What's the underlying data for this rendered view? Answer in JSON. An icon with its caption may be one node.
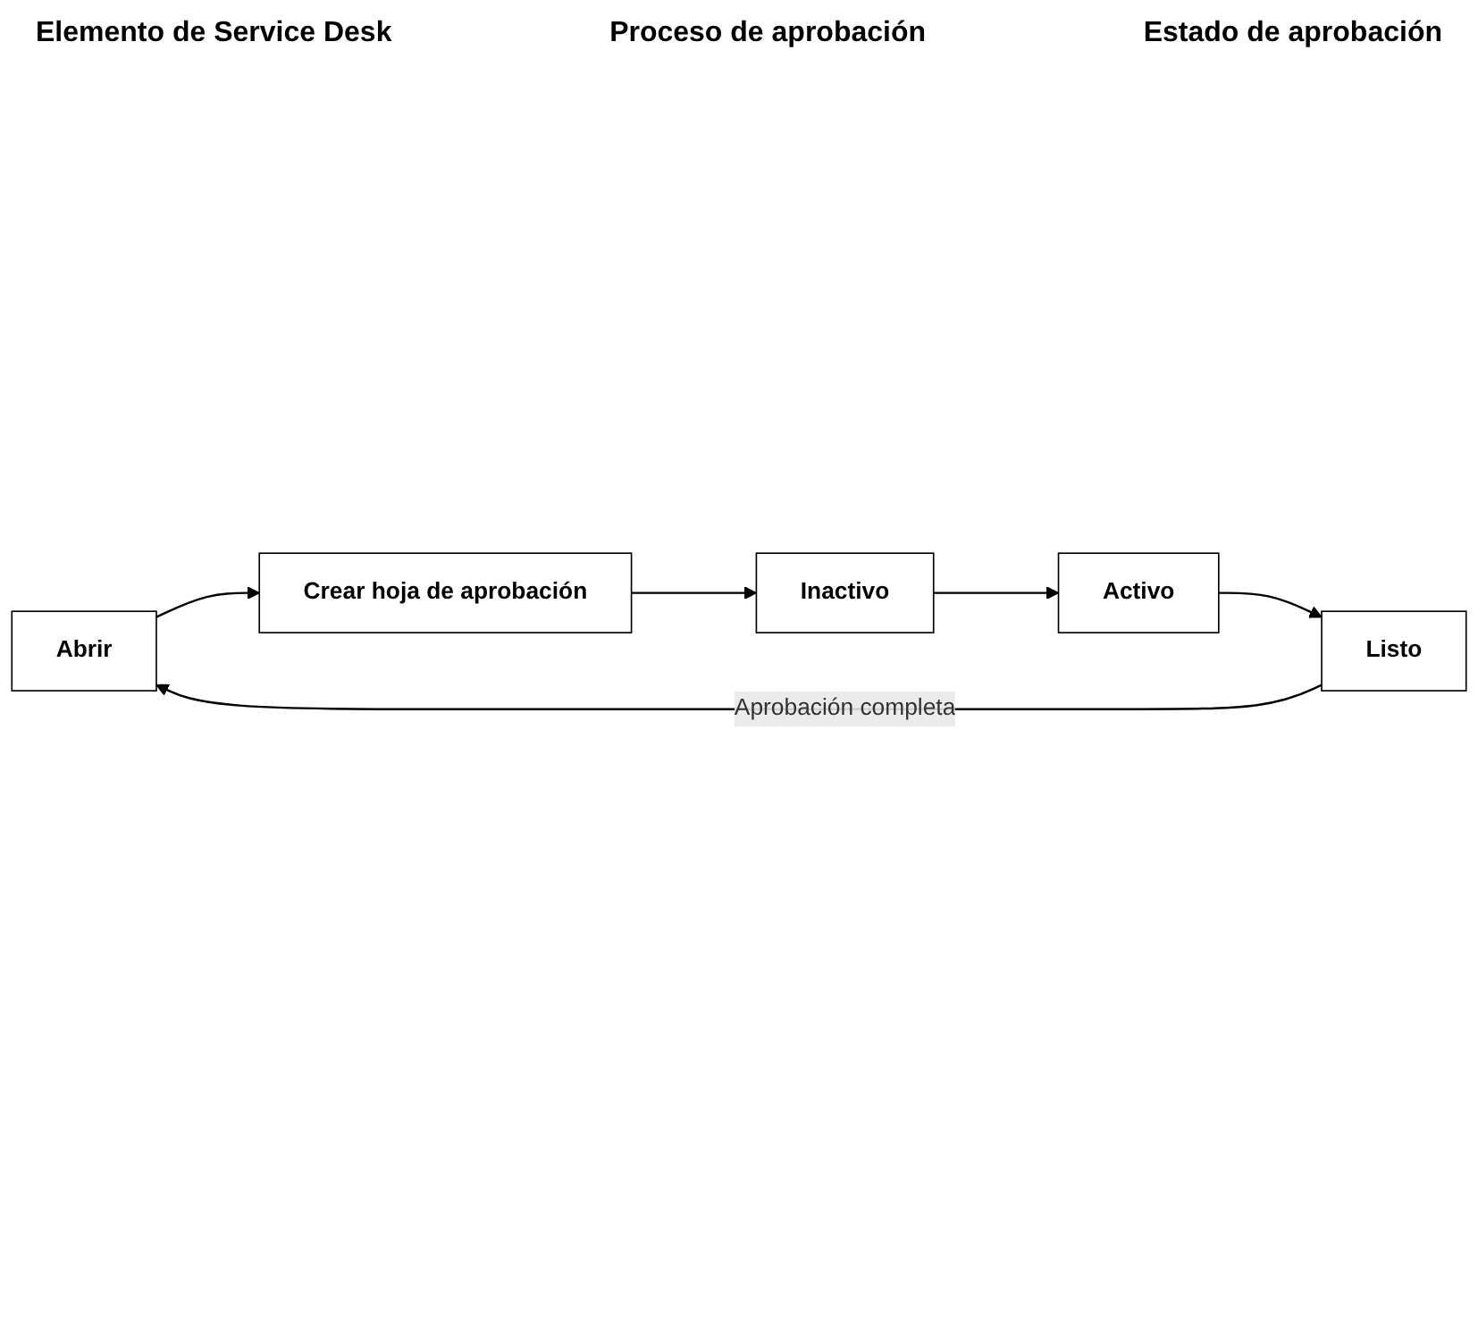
{
  "diagram": {
    "nodes": [
      {
        "text": [
          "Abrir"
        ]
      },
      {
        "text": [
          "Crear hoja de aprobación"
        ]
      },
      {
        "text": [
          "Inactivo"
        ]
      },
      {
        "text": [
          "Activo"
        ]
      },
      {
        "text": [
          "Listo"
        ]
      }
    ],
    "edges": [
      {
        "from": 0,
        "to": 1,
        "arrow": "to"
      },
      {
        "from": 1,
        "to": 2,
        "arrow": "to"
      },
      {
        "from": 2,
        "to": 3,
        "arrow": "to"
      },
      {
        "from": 3,
        "to": 4,
        "arrow": "to"
      },
      {
        "from": 4,
        "to": 0,
        "arrow": "to",
        "label": "Aprobación completa"
      }
    ],
    "labels": [
      "Elemento de Service Desk",
      "Proceso de aprobación",
      "Estado de aprobación"
    ]
  }
}
